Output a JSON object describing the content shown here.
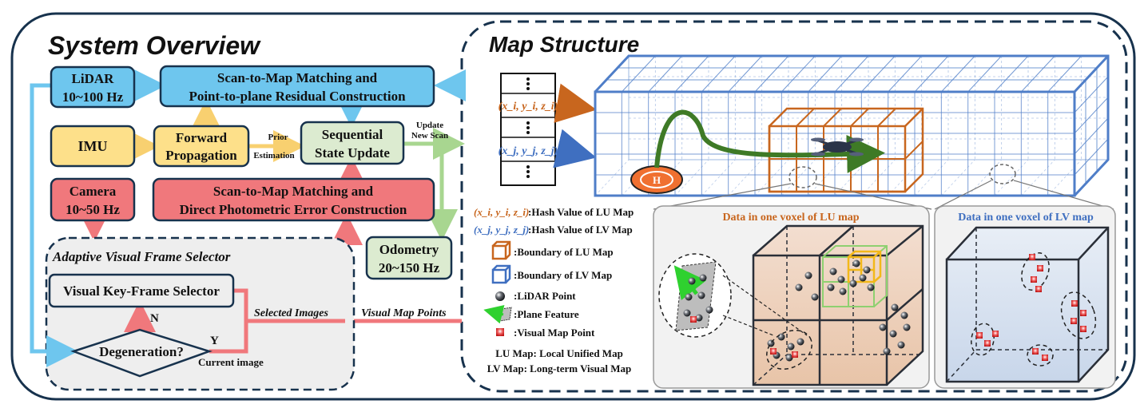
{
  "overview": {
    "title": "System Overview",
    "lidar": {
      "line1": "LiDAR",
      "line2": "10~100 Hz"
    },
    "imu": "IMU",
    "camera": {
      "line1": "Camera",
      "line2": "10~50 Hz"
    },
    "scan_lidar": {
      "line1": "Scan-to-Map Matching and",
      "line2": "Point-to-plane Residual Construction"
    },
    "forward": {
      "line1": "Forward",
      "line2": "Propagation"
    },
    "sequential": {
      "line1": "Sequential",
      "line2": "State Update"
    },
    "scan_photo": {
      "line1": "Scan-to-Map Matching and",
      "line2": "Direct Photometric Error Construction"
    },
    "odometry": {
      "line1": "Odometry",
      "line2": "20~150 Hz"
    },
    "prior": "Prior",
    "estimation": "Estimation",
    "update": "Update",
    "new_scan": "New Scan",
    "selector_title": "Adaptive Visual Frame Selector",
    "keyframe": "Visual Key-Frame Selector",
    "degeneration": "Degeneration?",
    "n_label": "N",
    "y_label": "Y",
    "current_image": "Current image",
    "selected_images": "Selected Images",
    "visual_map_points": "Visual Map Points"
  },
  "map": {
    "title": "Map Structure",
    "hash_i": "(x_i, y_i, z_i)",
    "hash_j": "(x_j, y_j, z_j)",
    "legend_hash_lu": ":Hash Value of LU Map",
    "legend_hash_lv": ":Hash Value of LV Map",
    "legend_boundary_lu": ":Boundary of LU Map",
    "legend_boundary_lv": ":Boundary of LV Map",
    "legend_lidar_point": ":LiDAR Point",
    "legend_plane": ":Plane Feature",
    "legend_visual_point": ":Visual Map Point",
    "lu_def": "LU Map: Local Unified Map",
    "lv_def": "LV Map: Long-term Visual Map",
    "lu_voxel_title": "Data in one voxel of LU map",
    "lv_voxel_title": "Data in one voxel of LV map"
  },
  "colors": {
    "navy": "#17324d",
    "lidar_blue": "#6ec6ee",
    "imu_yellow": "#fde08a",
    "camera_red": "#f0787c",
    "seq_green": "#dcebd0",
    "grid_blue": "#4f7ec8",
    "lu_orange": "#c8661e",
    "lv_blue": "#3f6fc0"
  }
}
